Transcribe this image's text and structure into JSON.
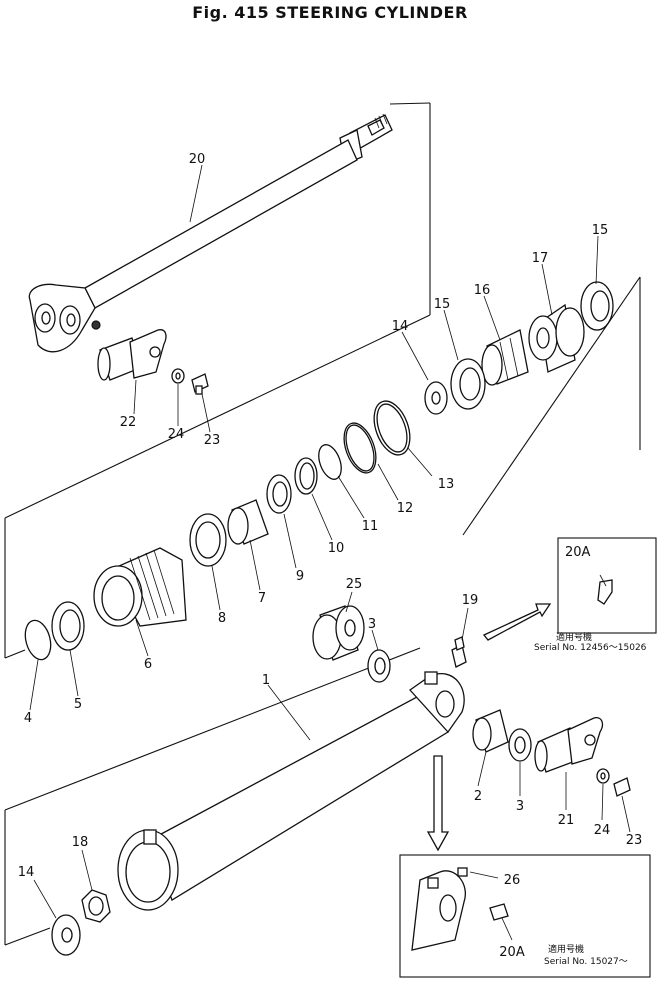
{
  "title": "Fig. 415 STEERING  CYLINDER",
  "callouts": {
    "c20": "20",
    "c15a": "15",
    "c17": "17",
    "c16": "16",
    "c15b": "15",
    "c14a": "14",
    "c22": "22",
    "c24a": "24",
    "c23a": "23",
    "c13": "13",
    "c12": "12",
    "c11": "11",
    "c10": "10",
    "c9": "9",
    "c7": "7",
    "c8": "8",
    "c6": "6",
    "c5": "5",
    "c4": "4",
    "c25": "25",
    "c3a": "3",
    "c19": "19",
    "c1": "1",
    "c2": "2",
    "c3b": "3",
    "c21": "21",
    "c24b": "24",
    "c23b": "23",
    "c18": "18",
    "c14b": "14",
    "c26": "26",
    "c20a_bottom": "20A",
    "c20a_top": "20A"
  },
  "inset_top": {
    "label": "20A",
    "note_jp": "適用号機",
    "serial": "Serial No. 12456～15026"
  },
  "inset_bottom": {
    "note_jp": "適用号機",
    "serial": "Serial No. 15027～"
  }
}
